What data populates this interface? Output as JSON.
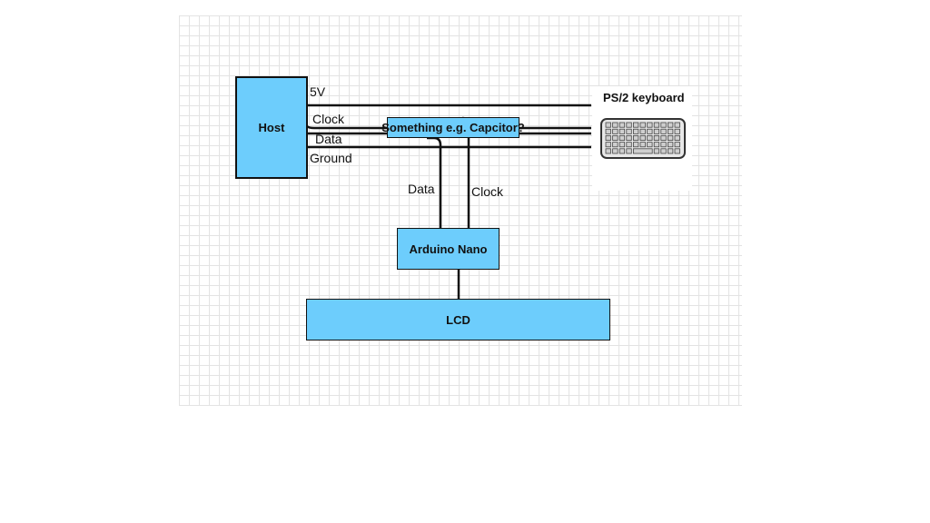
{
  "diagram": {
    "nodes": {
      "host": "Host",
      "capacitor": "Something e.g. Capcitor?",
      "keyboard": "PS/2 keyboard",
      "arduino": "Arduino Nano",
      "lcd": "LCD"
    },
    "wire_labels": {
      "v5": "5V",
      "clock": "Clock",
      "data": "Data",
      "ground": "Ground",
      "arduino_data": "Data",
      "arduino_clock": "Clock"
    },
    "colors": {
      "box_fill": "#6dcdfc",
      "wire": "#111111",
      "grid": "#e3e3e3"
    }
  }
}
